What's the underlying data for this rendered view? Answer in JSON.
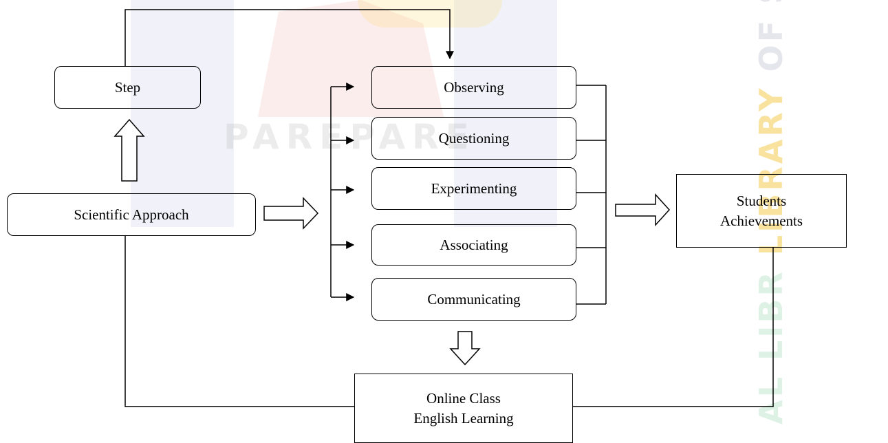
{
  "diagram": {
    "nodes": {
      "step": "Step",
      "scientific_approach": "Scientific Approach",
      "observing": "Observing",
      "questioning": "Questioning",
      "experimenting": "Experimenting",
      "associating": "Associating",
      "communicating": "Communicating",
      "students_line1": "Students",
      "students_line2": "Achievements",
      "online_line1": "Online Class",
      "online_line2": "English Learning"
    }
  },
  "watermark": {
    "word": "PAREPARE",
    "side_text_1": "OF STAT",
    "side_text_2": "LIBRARY",
    "side_text_3": "AL LIBR"
  },
  "colors": {
    "stroke": "#000000",
    "background": "#ffffff"
  }
}
